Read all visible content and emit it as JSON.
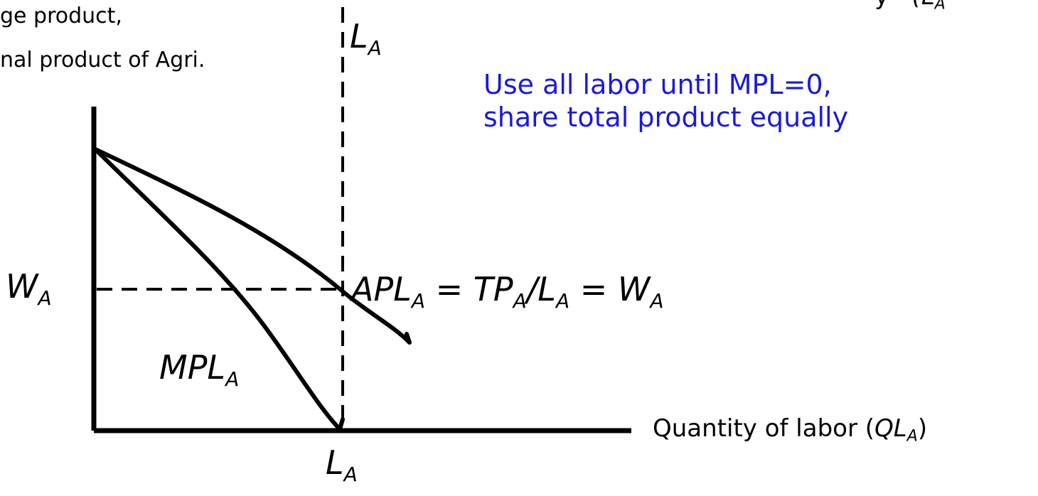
{
  "y_axis_title_line1": "ge product,",
  "y_axis_title_line2": "nal product of Agri.",
  "annotation_line1": "Use all labor until MPL=0,",
  "annotation_line2": "share total product equally",
  "x_axis_title_prefix": "Quantity of labor (",
  "x_axis_title_var": "QL",
  "x_axis_title_sub": "A",
  "x_axis_title_suffix": ")",
  "top_right_cut": "y",
  "top_right_cut2": "(L",
  "top_right_cut_sub": "A",
  "labels": {
    "L_top": "L",
    "L_top_sub": "A",
    "L_bottom": "L",
    "L_bottom_sub": "A",
    "W": "W",
    "W_sub": "A",
    "MPL": "MPL",
    "MPL_sub": "A",
    "apl_eq": {
      "p1": "APL",
      "p1_sub": "A",
      "p2": " = ",
      "p3": "TP",
      "p3_sub": "A",
      "p4": "/L",
      "p4_sub": "A",
      "p5": " = ",
      "p6": "W",
      "p6_sub": "A"
    }
  },
  "colors": {
    "annotation": "#1a1adb",
    "lines": "#000000"
  }
}
